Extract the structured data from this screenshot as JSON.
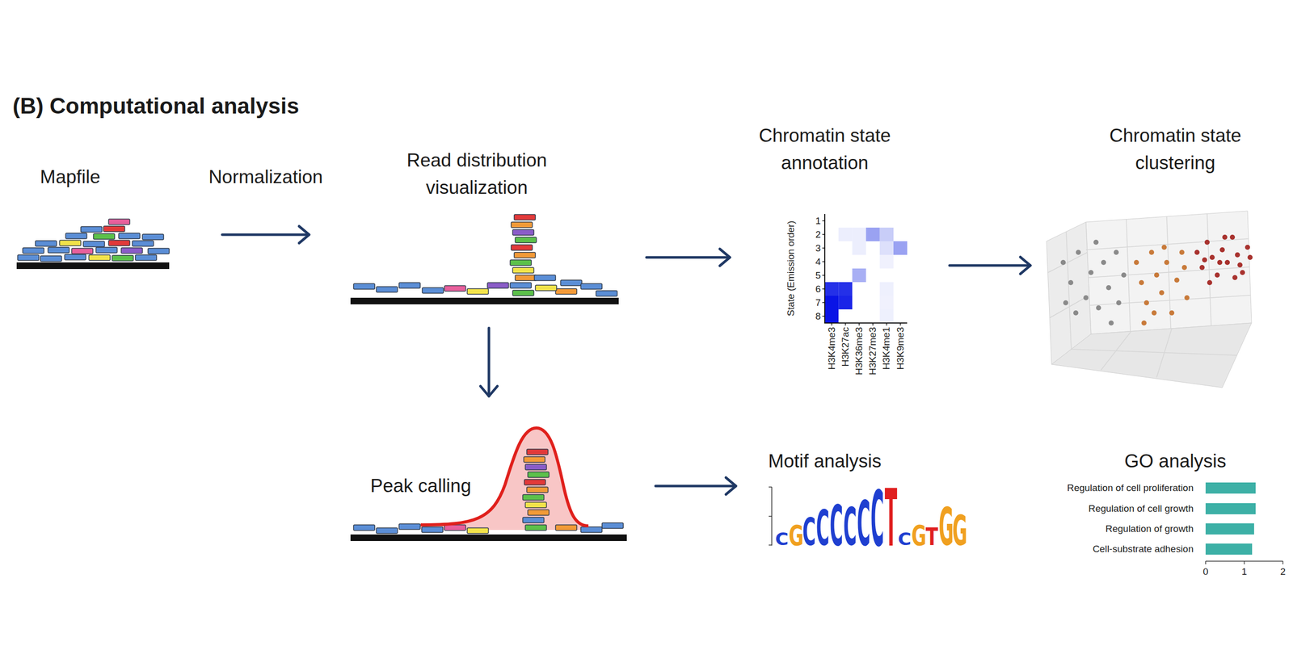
{
  "diagram": {
    "title": "(B) Computational analysis",
    "nodes": [
      {
        "text": [
          "Mapfile"
        ]
      },
      {
        "text": [
          "Read distribution visualization"
        ]
      },
      {
        "text": [
          "Chromatin state annotation"
        ]
      },
      {
        "text": [
          "Chromatin state clustering"
        ]
      },
      {
        "text": [
          "Peak calling"
        ]
      },
      {
        "text": [
          "Motif analysis"
        ]
      },
      {
        "text": [
          "GO analysis"
        ]
      }
    ],
    "edges": [
      {
        "from": 0,
        "to": 1,
        "label": "Normalization",
        "arrow": "to"
      },
      {
        "from": 1,
        "to": 2,
        "arrow": "to"
      },
      {
        "from": 2,
        "to": 3,
        "arrow": "to"
      },
      {
        "from": 1,
        "to": 4,
        "arrow": "to"
      },
      {
        "from": 4,
        "to": 5,
        "arrow": "to"
      }
    ],
    "labels": [
      "State (Emission order)",
      "1",
      "2",
      "3",
      "4",
      "5",
      "6",
      "7",
      "8",
      "H3K4me3",
      "H3K27ac",
      "H3K36me3",
      "H3K27me3",
      "H3K4me1",
      "H3K9me3",
      "C",
      "G",
      "C",
      "C",
      "C",
      "C",
      "C",
      "C",
      "T",
      "C",
      "G",
      "T",
      "G",
      "G",
      "Regulation of cell proliferation",
      "Regulation of cell growth",
      "Regulation of growth",
      "Cell-substrate adhesion",
      "0",
      "1",
      "2"
    ]
  }
}
